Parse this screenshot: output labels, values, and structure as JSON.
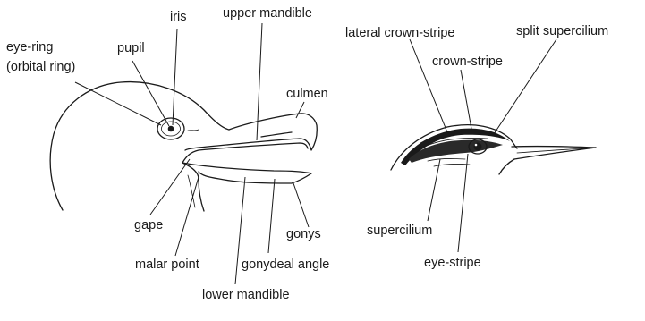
{
  "gull": {
    "labels": {
      "eye_ring": "eye-ring",
      "orbital_ring": "(orbital ring)",
      "pupil": "pupil",
      "iris": "iris",
      "upper_mandible": "upper mandible",
      "culmen": "culmen",
      "gape": "gape",
      "malar_point": "malar point",
      "gonydeal_angle": "gonydeal angle",
      "gonys": "gonys",
      "lower_mandible": "lower mandible"
    }
  },
  "passerine": {
    "labels": {
      "lateral_crown_stripe": "lateral crown-stripe",
      "split_supercilium": "split supercilium",
      "crown_stripe": "crown-stripe",
      "supercilium": "supercilium",
      "eye_stripe": "eye-stripe"
    }
  }
}
